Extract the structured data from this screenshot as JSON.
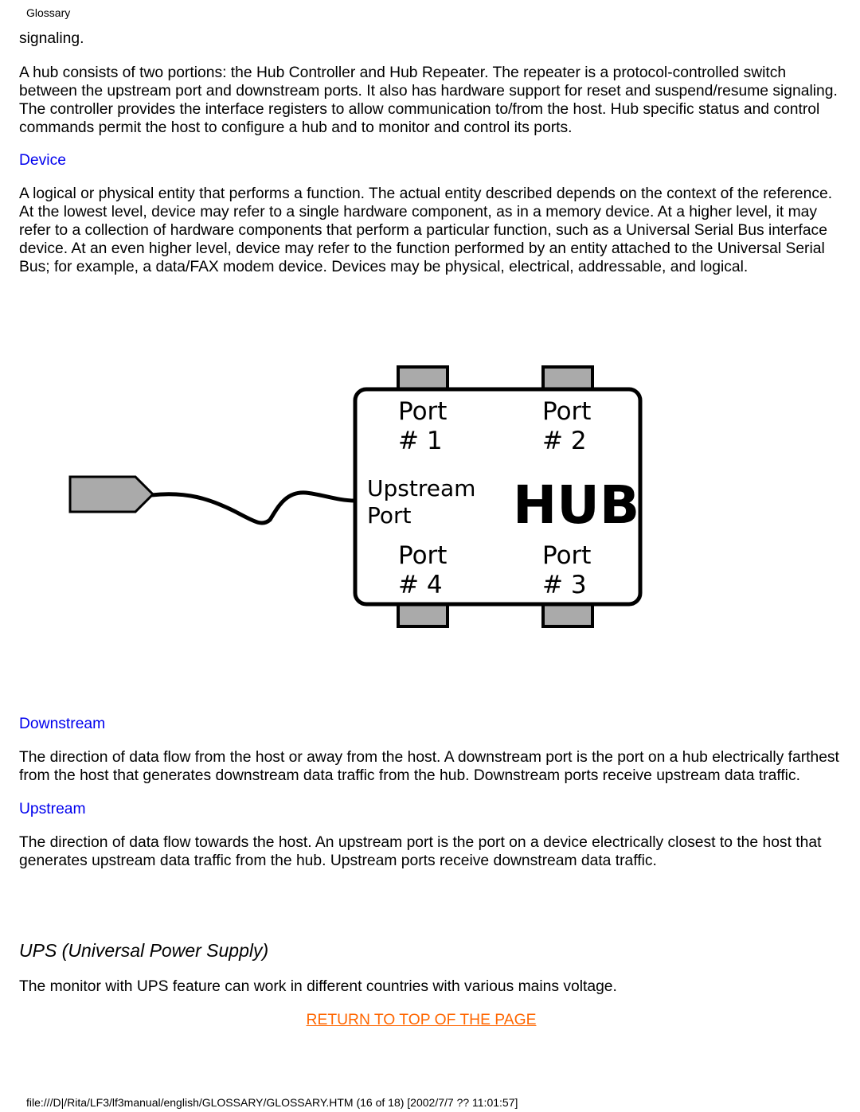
{
  "header": {
    "title": "Glossary"
  },
  "body": {
    "signal_fragment": "signaling.",
    "hub_paragraph": "A hub consists of two portions: the Hub Controller and Hub Repeater. The repeater is a protocol-controlled switch between the upstream port and downstream ports. It also has hardware support for reset and suspend/resume signaling. The controller provides the interface registers to allow communication to/from the host. Hub specific status and control commands permit the host to configure a hub and to monitor and control its ports.",
    "device_term": "Device",
    "device_paragraph": "A logical or physical entity that performs a function. The actual entity described depends on the context of the reference. At the lowest level, device may refer to a single hardware component, as in a memory device. At a higher level, it may refer to a collection of hardware components that perform a particular function, such as a Universal Serial Bus interface device. At an even higher level, device may refer to the function performed by an entity attached to the Universal Serial Bus; for example, a data/FAX modem device. Devices may be physical, electrical, addressable, and logical.",
    "downstream_term": "Downstream",
    "downstream_paragraph": "The direction of data flow from the host or away from the host. A downstream port is the port on a hub electrically farthest from the host that generates downstream data traffic from the hub. Downstream ports receive upstream data traffic.",
    "upstream_term": "Upstream",
    "upstream_paragraph": "The direction of data flow towards the host. An upstream port is the port on a device electrically closest to the host that generates upstream data traffic from the hub. Upstream ports receive downstream data traffic."
  },
  "diagram": {
    "port1_line1": "Port",
    "port1_line2": "# 1",
    "port2_line1": "Port",
    "port2_line2": "# 2",
    "upstream_line1": "Upstream",
    "upstream_line2": "Port",
    "hub_label": "HUB",
    "port4_line1": "Port",
    "port4_line2": "# 4",
    "port3_line1": "Port",
    "port3_line2": "# 3",
    "connector_fill": "#aaaaaa"
  },
  "ups_section": {
    "heading": "UPS (Universal Power Supply)",
    "paragraph": "The monitor with UPS feature can work in different countries with various mains voltage."
  },
  "return_link": {
    "label": "RETURN TO TOP OF THE PAGE",
    "color": "#ff6600"
  },
  "footer": {
    "path": "file:///D|/Rita/LF3/lf3manual/english/GLOSSARY/GLOSSARY.HTM (16 of 18) [2002/7/7 ?? 11:01:57]"
  }
}
